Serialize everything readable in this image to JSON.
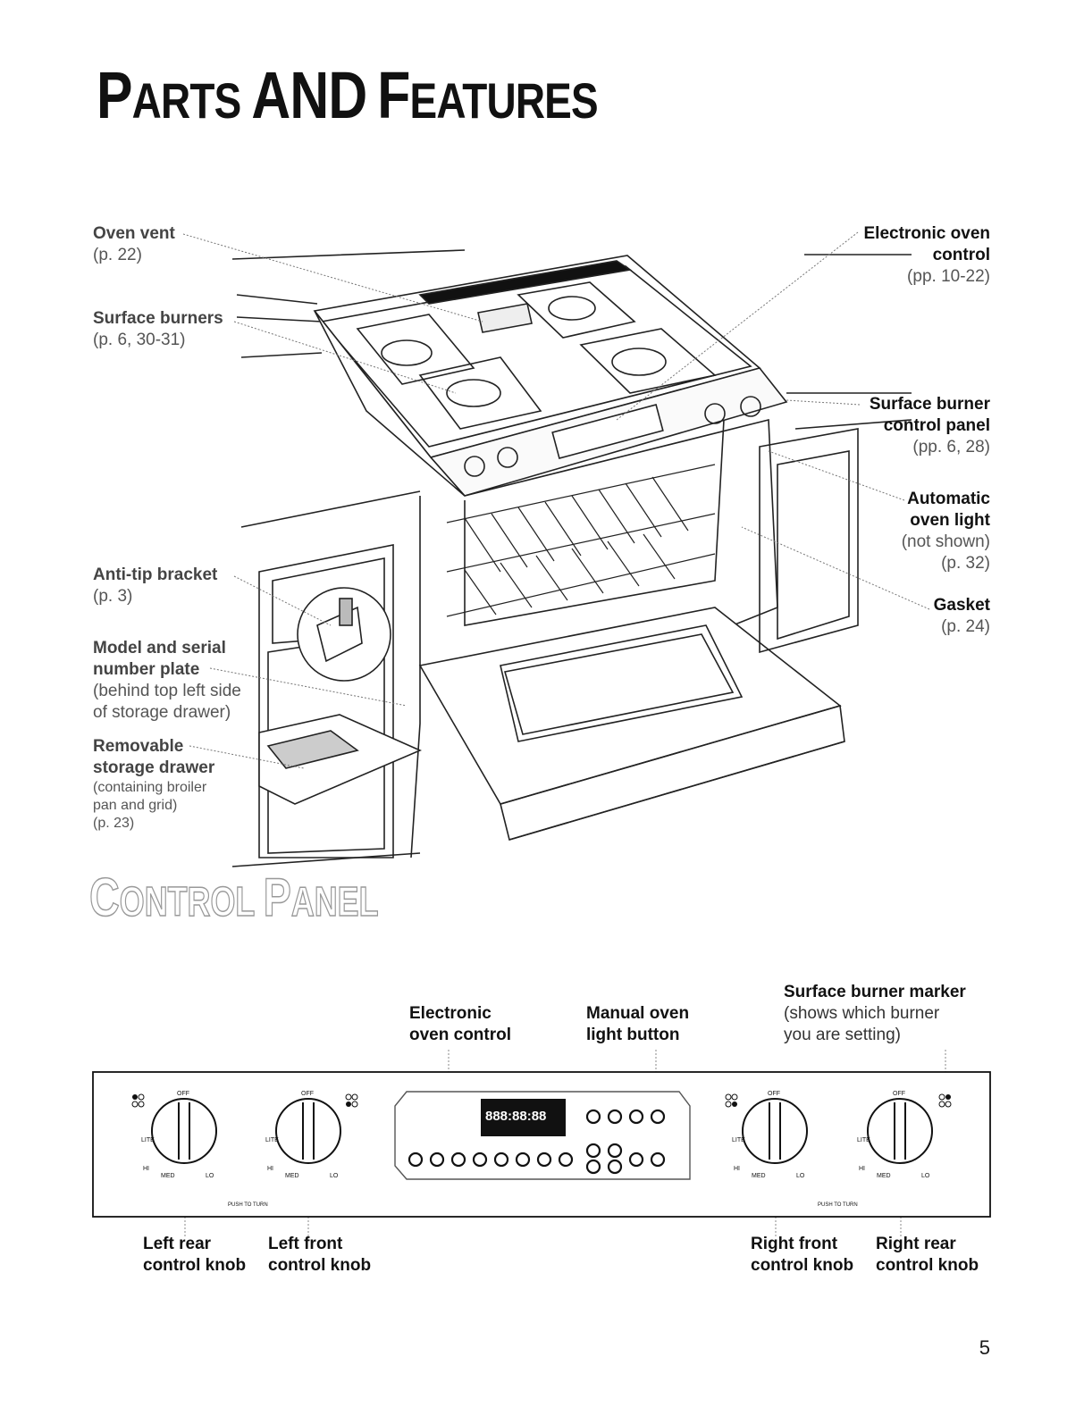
{
  "page": {
    "title_cap1": "P",
    "title_rest1": "ARTS",
    "title_cap2": "AND",
    "title_cap3": "F",
    "title_rest3": "EATURES",
    "number": "5"
  },
  "range_labels": {
    "oven_vent": {
      "head": "Oven vent",
      "ref": "(p. 22)"
    },
    "surface_burners": {
      "head": "Surface burners",
      "ref": "(p. 6, 30-31)"
    },
    "anti_tip": {
      "head": "Anti-tip bracket",
      "ref": "(p. 3)"
    },
    "model_serial": {
      "head1": "Model and serial",
      "head2": "number plate",
      "note1": "(behind top left side",
      "note2": "of storage drawer)"
    },
    "storage_drawer": {
      "head1": "Removable",
      "head2": "storage drawer",
      "note1": "(containing broiler",
      "note2": "pan and grid)",
      "ref": "(p. 23)"
    },
    "electronic_control": {
      "head1": "Electronic oven",
      "head2": "control",
      "ref": "(pp. 10-22)"
    },
    "burner_panel": {
      "head1": "Surface burner",
      "head2": "control panel",
      "ref": "(pp. 6, 28)"
    },
    "oven_light": {
      "head1": "Automatic",
      "head2": "oven light",
      "note": "(not shown)",
      "ref": "(p. 32)"
    },
    "gasket": {
      "head": "Gasket",
      "ref": "(p. 24)"
    }
  },
  "control_panel": {
    "title_cap1": "C",
    "title_rest1": "ONTROL",
    "title_cap2": "P",
    "title_rest2": "ANEL",
    "top_labels": {
      "electronic": {
        "line1": "Electronic",
        "line2": "oven control"
      },
      "manual_light": {
        "line1": "Manual oven",
        "line2": "light button"
      },
      "marker": {
        "head": "Surface burner marker",
        "note1": "(shows which burner",
        "note2": "you are setting)"
      }
    },
    "bottom_labels": {
      "left_rear": {
        "line1": "Left rear",
        "line2": "control knob"
      },
      "left_front": {
        "line1": "Left front",
        "line2": "control knob"
      },
      "right_front": {
        "line1": "Right front",
        "line2": "control knob"
      },
      "right_rear": {
        "line1": "Right rear",
        "line2": "control knob"
      }
    },
    "knob_text": {
      "off": "OFF",
      "lite": "LITE",
      "hi": "HI",
      "med": "MED",
      "lo": "LO",
      "push": "PUSH TO TURN"
    },
    "display": "888:88:88"
  }
}
